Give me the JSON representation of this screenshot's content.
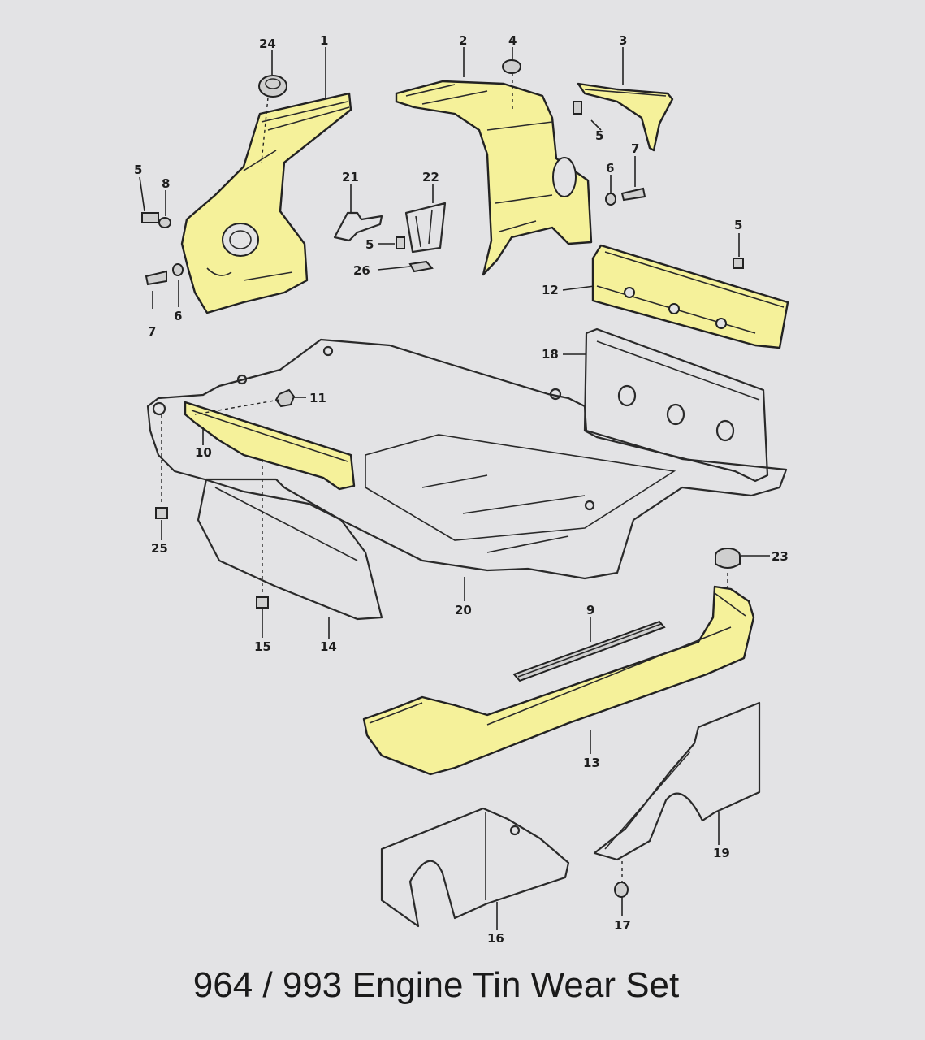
{
  "caption": "964 / 993 Engine Tin Wear Set",
  "colors": {
    "background": "#e3e3e5",
    "highlight": "#f5f19a",
    "ink": "#222222"
  },
  "callouts": {
    "n1": "1",
    "n2": "2",
    "n3": "3",
    "n4": "4",
    "n5a": "5",
    "n5b": "5",
    "n5c": "5",
    "n5d": "5",
    "n6a": "6",
    "n6b": "6",
    "n7a": "7",
    "n7b": "7",
    "n8": "8",
    "n9": "9",
    "n10": "10",
    "n11": "11",
    "n12": "12",
    "n13": "13",
    "n14": "14",
    "n15": "15",
    "n16": "16",
    "n17": "17",
    "n18": "18",
    "n19": "19",
    "n20": "20",
    "n21": "21",
    "n22": "22",
    "n23": "23",
    "n24": "24",
    "n25": "25",
    "n26": "26"
  }
}
